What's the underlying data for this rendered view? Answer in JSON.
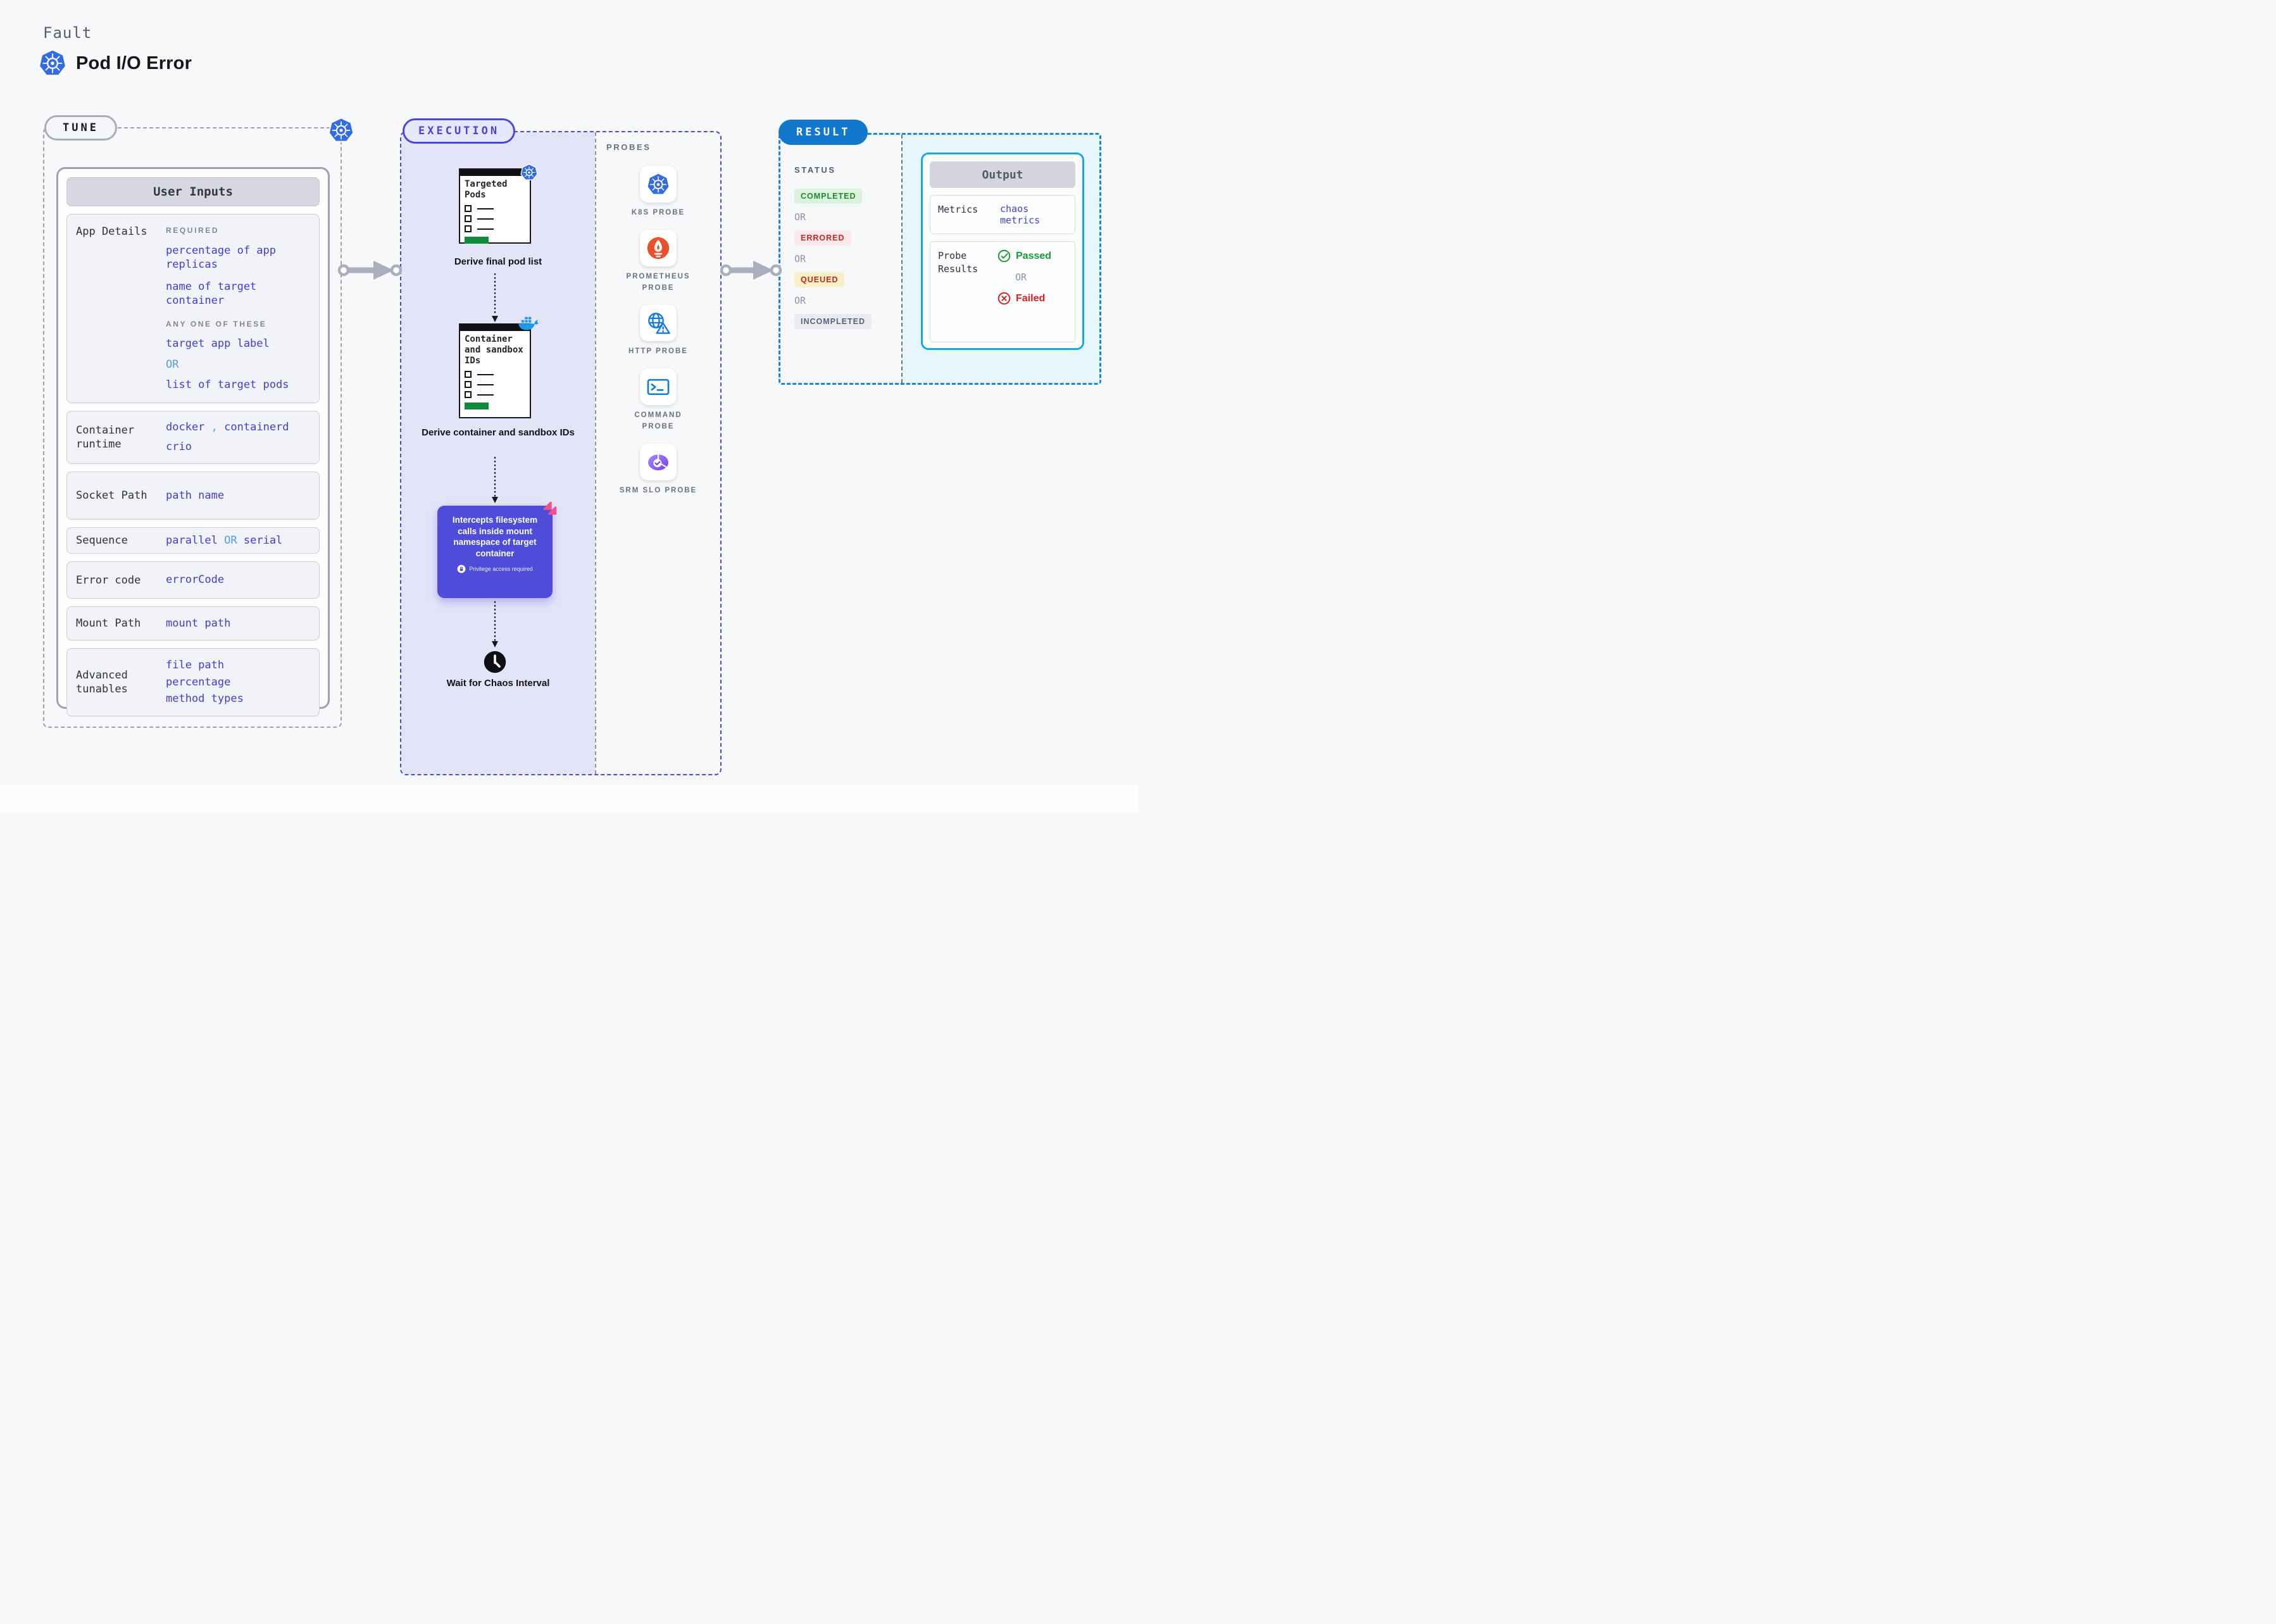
{
  "header": {
    "eyebrow": "Fault",
    "title": "Pod I/O Error",
    "icon": "kubernetes-icon"
  },
  "tune": {
    "badge": "TUNE",
    "panel_title": "User Inputs",
    "app_details": {
      "label": "App Details",
      "required_heading": "REQUIRED",
      "required_items": [
        "percentage of app replicas",
        "name of target container"
      ],
      "any_heading": "ANY ONE OF THESE",
      "any_item_1": "target app label",
      "or": "OR",
      "any_item_2": "list of target pods"
    },
    "container_runtime": {
      "label": "Container runtime",
      "value_1": "docker",
      "comma": ",",
      "value_2": "containerd",
      "value_3": "crio"
    },
    "socket_path": {
      "label": "Socket Path",
      "value": "path name"
    },
    "sequence": {
      "label": "Sequence",
      "value_1": "parallel",
      "or": "OR",
      "value_2": "serial"
    },
    "error_code": {
      "label": "Error code",
      "value": "errorCode"
    },
    "mount_path": {
      "label": "Mount Path",
      "value": "mount path"
    },
    "advanced_tunables": {
      "label": "Advanced tunables",
      "values": [
        "file path",
        "percentage",
        "method types"
      ]
    }
  },
  "execution": {
    "badge": "EXECUTION",
    "step1": {
      "card_title": "Targeted Pods",
      "caption": "Derive final pod list",
      "icon": "kubernetes-icon"
    },
    "step2": {
      "card_title": "Container and sandbox IDs",
      "caption": "Derive container and sandbox IDs",
      "icon": "docker-icon"
    },
    "step3": {
      "text": "Intercepts filesystem calls inside mount namespace of target container",
      "note": "Privilege access required",
      "icons": [
        "pink-arrows-icon",
        "lock-icon"
      ]
    },
    "step4": {
      "caption": "Wait for Chaos Interval",
      "icon": "clock-icon"
    },
    "probes": {
      "heading": "PROBES",
      "items": [
        {
          "label": "K8S PROBE",
          "icon": "kubernetes-icon"
        },
        {
          "label": "PROMETHEUS PROBE",
          "icon": "prometheus-icon"
        },
        {
          "label": "HTTP PROBE",
          "icon": "globe-warning-icon"
        },
        {
          "label": "COMMAND PROBE",
          "icon": "terminal-icon"
        },
        {
          "label": "SRM SLO PROBE",
          "icon": "pie-check-icon"
        }
      ]
    }
  },
  "result": {
    "badge": "RESULT",
    "status": {
      "heading": "STATUS",
      "options": [
        "COMPLETED",
        "ERRORED",
        "QUEUED",
        "INCOMPLETED"
      ],
      "or": "OR"
    },
    "output": {
      "panel_title": "Output",
      "metrics_label": "Metrics",
      "metrics_value": "chaos metrics",
      "probe_results_label": "Probe Results",
      "passed": "Passed",
      "or": "OR",
      "failed": "Failed"
    }
  },
  "colors": {
    "page_bg": "#F7F8FA",
    "lavender_bg": "#E4E4F9",
    "indigo_accent": "#4C48D4",
    "value_text": "#3F3CDB",
    "light_blue": "#4E9BF5",
    "result_blue": "#1278CE",
    "output_border": "#16A7E6",
    "completed_green": "#1F8A2C",
    "errored_red": "#C42A24",
    "queued_bg": "#FAF0C7",
    "passed_green": "#189A35",
    "failed_red": "#D32222",
    "purple_box": "#4F4CD9",
    "kubernetes_blue": "#326CE5",
    "docker_blue": "#1D9BE8",
    "prometheus_orange": "#E6522C",
    "green_bar": "#0F8C3B",
    "pink_badge": "#F2518C"
  }
}
